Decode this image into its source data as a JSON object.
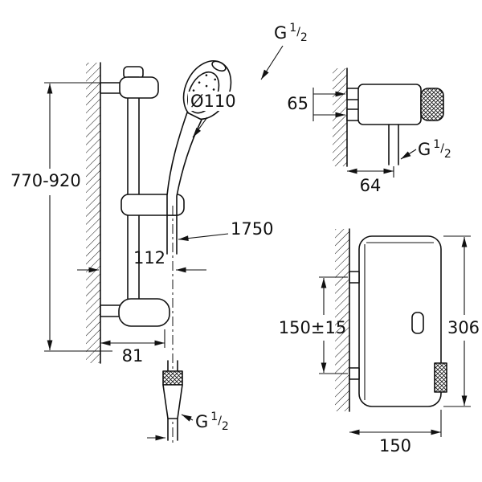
{
  "colors": {
    "line": "#111111",
    "background": "#ffffff"
  },
  "labels": {
    "g_half": {
      "base": "G",
      "numerator": "1",
      "slash": "/",
      "denominator": "2"
    },
    "rail_height": "770-920",
    "hose_length": "1750",
    "hose_offset": "112",
    "base_depth": "81",
    "head_diameter": "Ø110",
    "port_spacing": "65",
    "outlet_depth": "64",
    "bracket_spacing": "150±15",
    "body_height": "306",
    "body_width": "150"
  }
}
